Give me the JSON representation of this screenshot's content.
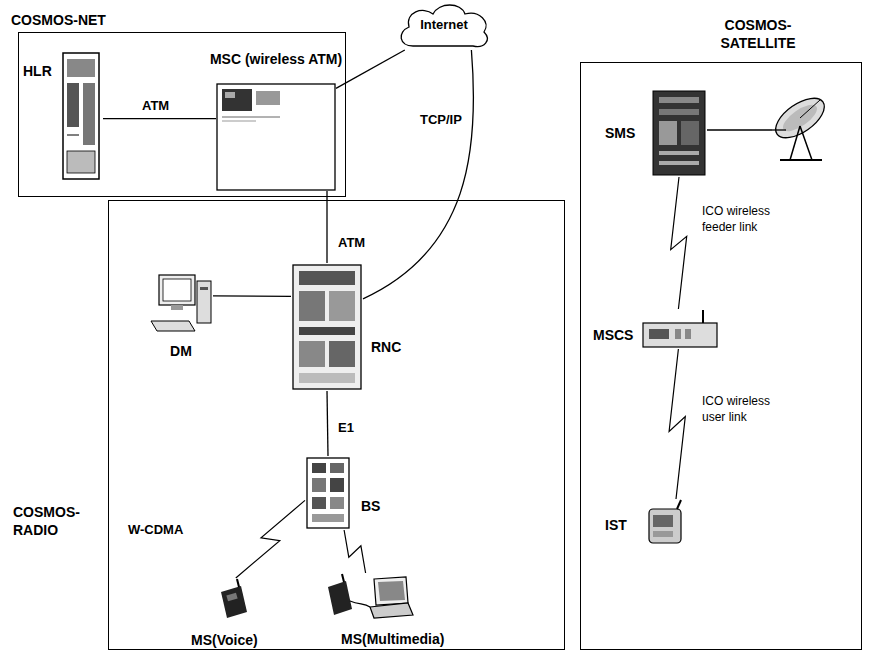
{
  "diagram": {
    "nodes": [
      {
        "text": [
          "COSMOS-NET"
        ]
      },
      {
        "text": [
          "HLR"
        ],
        "in": 0
      },
      {
        "text": [
          "MSC (wireless ATM)"
        ],
        "in": 0
      },
      {
        "text": [
          "Internet"
        ]
      },
      {
        "text": [
          "COSMOS-SATELLITE"
        ]
      },
      {
        "text": [
          "SMS"
        ],
        "in": 4
      },
      {
        "text": [
          "MSCS"
        ],
        "in": 4
      },
      {
        "text": [
          "IST"
        ],
        "in": 4
      },
      {
        "text": [
          "COSMOS-RADIO"
        ]
      },
      {
        "text": [
          "DM"
        ],
        "in": 8
      },
      {
        "text": [
          "RNC"
        ],
        "in": 8
      },
      {
        "text": [
          "BS"
        ],
        "in": 8
      },
      {
        "text": [
          "MS(Voice)"
        ],
        "in": 8
      },
      {
        "text": [
          "MS(Multimedia)"
        ],
        "in": 8
      }
    ],
    "edges": [
      {
        "from": 1,
        "to": 2,
        "label": "ATM",
        "arrow": "none"
      },
      {
        "from": 2,
        "to": 3,
        "arrow": "none"
      },
      {
        "from": 3,
        "to": 10,
        "label": "TCP/IP",
        "arrow": "none"
      },
      {
        "from": 2,
        "to": 10,
        "label": "ATM",
        "arrow": "none"
      },
      {
        "from": 9,
        "to": 10,
        "arrow": "none"
      },
      {
        "from": 10,
        "to": 11,
        "label": "E1",
        "arrow": "none"
      },
      {
        "from": 11,
        "to": 12,
        "label": "W-CDMA",
        "arrow": "none"
      },
      {
        "from": 11,
        "to": 13,
        "arrow": "none"
      },
      {
        "from": 5,
        "to": 6,
        "label": "ICO wireless feeder link",
        "arrow": "none"
      },
      {
        "from": 6,
        "to": 7,
        "label": "ICO wireless user link",
        "arrow": "none"
      }
    ]
  }
}
